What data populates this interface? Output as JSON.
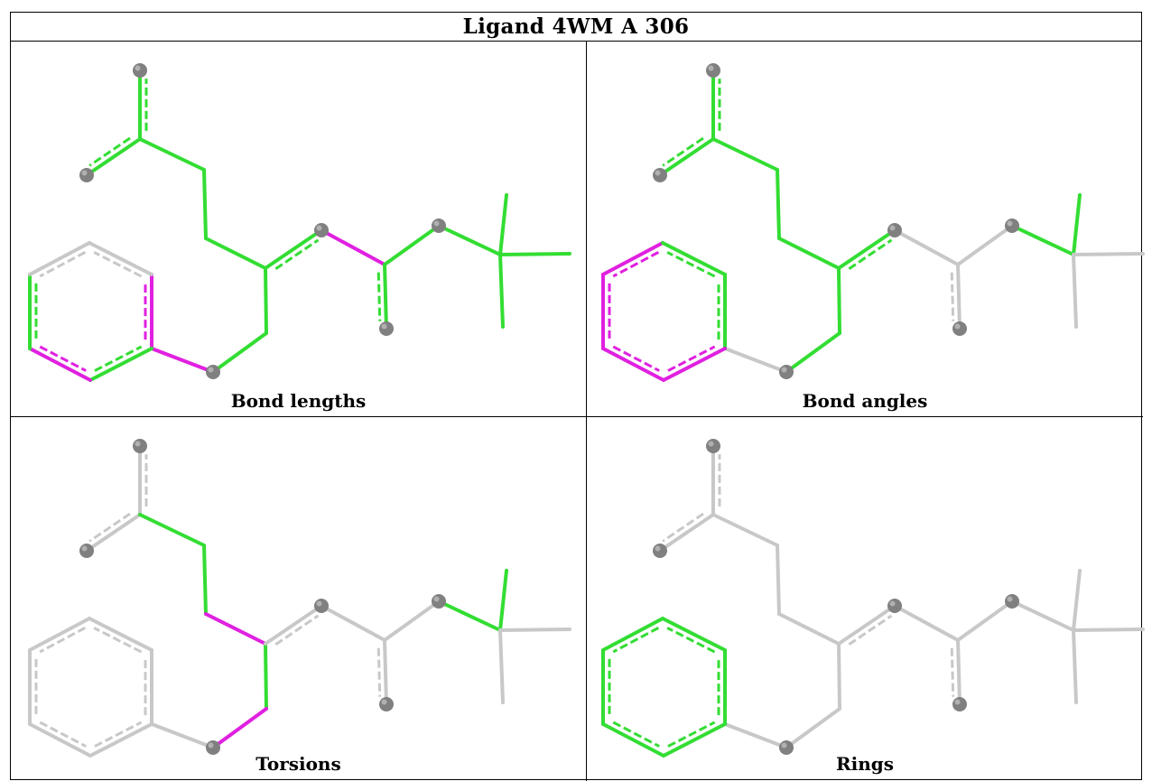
{
  "title": "Ligand 4WM A 306",
  "panels": [
    {
      "caption": "Bond lengths"
    },
    {
      "caption": "Bond angles"
    },
    {
      "caption": "Torsions"
    },
    {
      "caption": "Rings"
    }
  ],
  "colors": {
    "outlier": "#e020e0",
    "ok": "#33dd33",
    "neutral": "#c8c8c8",
    "atom": "#808080"
  },
  "panel_bond_colors": [
    [
      "ok",
      "ok",
      "ok",
      "ok",
      "ok",
      "ok",
      "ok",
      "ok",
      "ok",
      "ok",
      "outlier",
      "ok",
      "outlier",
      "ok",
      "ok",
      "ok",
      "outlier",
      "ok",
      "outlier",
      "ok",
      "neutral",
      "neutral",
      "neutral",
      "ok",
      "ok",
      "ok",
      "ok"
    ],
    [
      "ok",
      "ok",
      "ok",
      "ok",
      "ok",
      "ok",
      "ok",
      "ok",
      "ok",
      "ok",
      "neutral",
      "neutral",
      "neutral",
      "neutral",
      "neutral",
      "neutral",
      "ok",
      "outlier",
      "outlier",
      "outlier",
      "outlier",
      "ok",
      "ok",
      "ok",
      "ok",
      "ok",
      "ok"
    ],
    [
      "neutral",
      "neutral",
      "ok",
      "ok",
      "outlier",
      "ok",
      "outlier",
      "neutral",
      "ok",
      "ok",
      "neutral",
      "neutral",
      "neutral",
      "neutral",
      "neutral",
      "neutral",
      "neutral",
      "neutral",
      "neutral",
      "neutral",
      "neutral",
      "neutral",
      "ok",
      "neutral",
      "neutral",
      "neutral",
      "neutral"
    ],
    [
      "neutral",
      "neutral",
      "neutral",
      "neutral",
      "neutral",
      "neutral",
      "neutral",
      "neutral",
      "neutral",
      "neutral",
      "neutral",
      "neutral",
      "neutral",
      "neutral",
      "neutral",
      "neutral",
      "ok",
      "ok",
      "ok",
      "ok",
      "ok",
      "ok",
      "neutral",
      "neutral",
      "neutral",
      "neutral",
      "neutral"
    ]
  ]
}
